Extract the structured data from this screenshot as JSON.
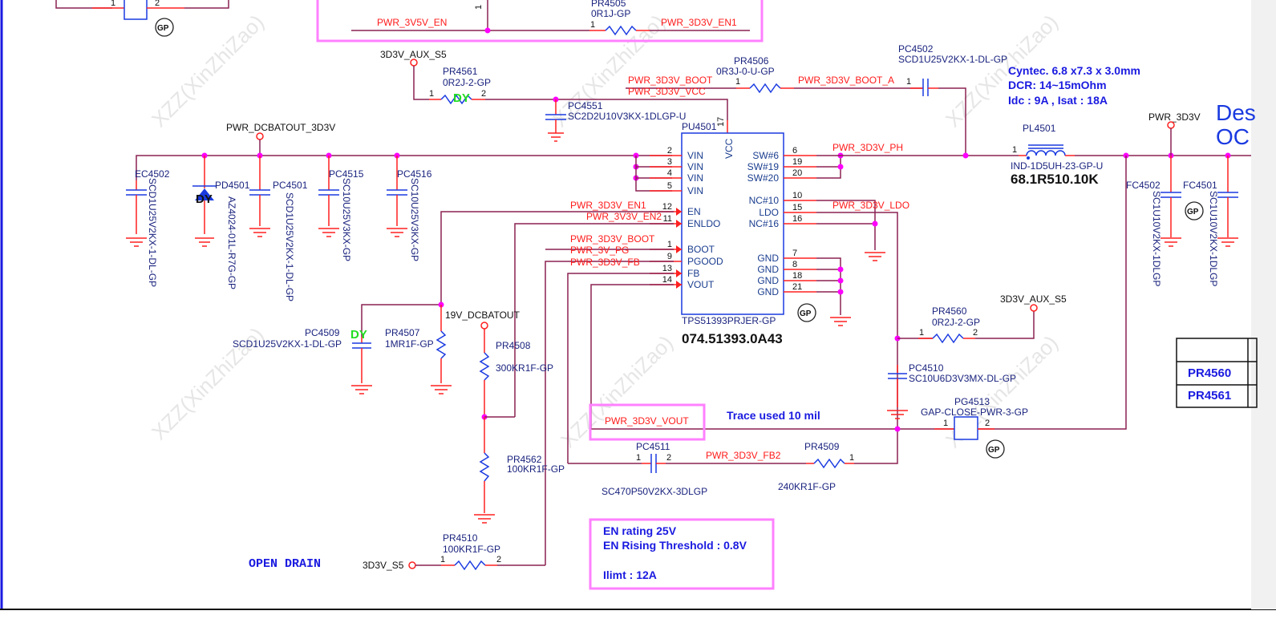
{
  "watermark": "XZZ(XinZhiZao)",
  "chip": {
    "ref": "PU4501",
    "part": "TPS51393PRJER-GP",
    "code": "074.51393.0A43",
    "vcc_label": "VCC",
    "vcc_pin": "17",
    "left_pins": [
      {
        "num": "2",
        "name": "VIN"
      },
      {
        "num": "3",
        "name": "VIN"
      },
      {
        "num": "4",
        "name": "VIN"
      },
      {
        "num": "5",
        "name": "VIN"
      },
      {
        "num": "12",
        "name": "EN"
      },
      {
        "num": "11",
        "name": "ENLDO"
      },
      {
        "num": "1",
        "name": "BOOT"
      },
      {
        "num": "9",
        "name": "PGOOD"
      },
      {
        "num": "13",
        "name": "FB"
      },
      {
        "num": "14",
        "name": "VOUT"
      }
    ],
    "right_pins": [
      {
        "num": "6",
        "name": "SW#6"
      },
      {
        "num": "19",
        "name": "SW#19"
      },
      {
        "num": "20",
        "name": "SW#20"
      },
      {
        "num": "10",
        "name": "NC#10"
      },
      {
        "num": "15",
        "name": "LDO"
      },
      {
        "num": "16",
        "name": "NC#16"
      },
      {
        "num": "7",
        "name": "GND"
      },
      {
        "num": "8",
        "name": "GND"
      },
      {
        "num": "18",
        "name": "GND"
      },
      {
        "num": "21",
        "name": "GND"
      }
    ]
  },
  "nets": {
    "pwr_3v5v_en": "PWR_3V5V_EN",
    "pwr_3d3v_en1_top": "PWR_3D3V_EN1",
    "aux_s5": "3D3V_AUX_S5",
    "dcbatout_3d3v": "PWR_DCBATOUT_3D3V",
    "boot": "PWR_3D3V_BOOT",
    "vcc": "PWR_3D3V_VCC",
    "boot_a": "PWR_3D3V_BOOT_A",
    "ph": "PWR_3D3V_PH",
    "ldo": "PWR_3D3V_LDO",
    "en1": "PWR_3D3V_EN1",
    "en2": "PWR_3V3V_EN2",
    "boot2": "PWR_3D3V_BOOT",
    "pg": "PWR_3V_PG",
    "fb": "PWR_3D3V_FB",
    "vout": "PWR_3D3V_VOUT",
    "fb2": "PWR_3D3V_FB2",
    "pwr_3d3v": "PWR_3D3V",
    "dcbatout_19v": "19V_DCBATOUT",
    "aux_s5_right": "3D3V_AUX_S5",
    "s5": "3D3V_S5"
  },
  "components": {
    "pr4505": {
      "ref": "PR4505",
      "val": "0R1J-GP"
    },
    "pr4561": {
      "ref": "PR4561",
      "val": "0R2J-2-GP"
    },
    "pc4551": {
      "ref": "PC4551",
      "val": "SC2D2U10V3KX-1DLGP-U"
    },
    "pr4506": {
      "ref": "PR4506",
      "val": "0R3J-0-U-GP"
    },
    "pc4502": {
      "ref": "PC4502",
      "val": "SCD1U25V2KX-1-DL-GP"
    },
    "ec4502": {
      "ref": "EC4502",
      "val": "SCD1U25V2KX-1-DL-GP"
    },
    "pd4501": {
      "ref": "PD4501",
      "val": "AZ4024-01L-R7G-GP"
    },
    "pc4501": {
      "ref": "PC4501",
      "val": "SCD1U25V2KX-1-DL-GP"
    },
    "pc4515": {
      "ref": "PC4515",
      "val": "SC10U25V3KX-GP"
    },
    "pc4516": {
      "ref": "PC4516",
      "val": "SC10U25V3KX-GP"
    },
    "pl4501": {
      "ref": "PL4501",
      "val": "IND-1D5UH-23-GP-U",
      "code": "68.1R510.10K"
    },
    "fc4502": {
      "ref": "FC4502",
      "val": "SC1U10V2KX-1DLGP"
    },
    "fc4501": {
      "ref": "FC4501",
      "val": "SC1U10V2KX-1DLGP"
    },
    "pc4509": {
      "ref": "PC4509",
      "val": "SCD1U25V2KX-1-DL-GP"
    },
    "pr4507": {
      "ref": "PR4507",
      "val": "1MR1F-GP"
    },
    "pr4508": {
      "ref": "PR4508",
      "val": "300KR1F-GP"
    },
    "pr4562": {
      "ref": "PR4562",
      "val": "100KR1F-GP"
    },
    "pr4510": {
      "ref": "PR4510",
      "val": "100KR1F-GP"
    },
    "pr4560": {
      "ref": "PR4560",
      "val": "0R2J-2-GP"
    },
    "pc4510": {
      "ref": "PC4510",
      "val": "SC10U6D3V3MX-DL-GP"
    },
    "pg4513": {
      "ref": "PG4513",
      "val": "GAP-CLOSE-PWR-3-GP"
    },
    "pc4511": {
      "ref": "PC4511",
      "val": "SC470P50V2KX-3DLGP"
    },
    "pr4509": {
      "ref": "PR4509",
      "val": "240KR1F-GP"
    }
  },
  "dy_tag": "DY",
  "gp_tag": "GP",
  "notes": {
    "inductor": [
      "Cyntec. 6.8 x7.3 x 3.0mm",
      "DCR: 14~15mOhm",
      "Idc : 9A , Isat : 18A"
    ],
    "trace": "Trace used 10 mil",
    "open_drain": "OPEN DRAIN",
    "en_box": [
      "EN rating 25V",
      "EN Rising Threshold : 0.8V",
      "",
      "Ilimt : 12A"
    ],
    "title_partial": [
      "Des",
      "OC"
    ]
  },
  "table": {
    "rows": [
      "PR4560",
      "PR4561"
    ]
  }
}
